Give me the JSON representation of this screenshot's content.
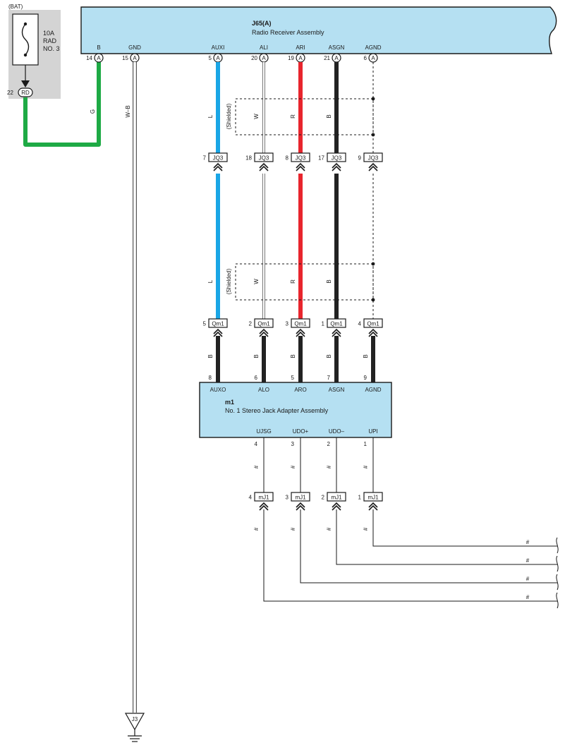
{
  "colors": {
    "box_fill": "#b5e0f2",
    "fuse_fill": "#d4d4d4",
    "wire_green": "#1eaa45",
    "wire_blue": "#1aa6e6",
    "wire_red": "#e8252d",
    "wire_black": "#222222",
    "wire_white": "#ffffff",
    "wire_gray": "#555555"
  },
  "fuse": {
    "source": "(BAT)",
    "rating": "10A",
    "name_line1": "RAD",
    "name_line2": "NO. 3",
    "out_pin": "22",
    "out_connector": "RD"
  },
  "radio": {
    "id": "J65(A)",
    "name": "Radio Receiver Assembly",
    "pins": [
      {
        "label": "B",
        "num": "14",
        "conn": "A"
      },
      {
        "label": "GND",
        "num": "15",
        "conn": "A"
      },
      {
        "label": "AUXI",
        "num": "5",
        "conn": "A"
      },
      {
        "label": "ALI",
        "num": "20",
        "conn": "A"
      },
      {
        "label": "ARI",
        "num": "19",
        "conn": "A"
      },
      {
        "label": "ASGN",
        "num": "21",
        "conn": "A"
      },
      {
        "label": "AGND",
        "num": "6",
        "conn": "A"
      }
    ]
  },
  "wire_colors": {
    "power": "G",
    "ground": "W–B",
    "upper": [
      "L",
      "W",
      "R",
      "B"
    ],
    "lower": [
      "L",
      "W",
      "R",
      "B"
    ],
    "adapter": [
      "B",
      "B",
      "B",
      "B",
      "B"
    ],
    "signal": [
      "#",
      "#",
      "#",
      "#"
    ]
  },
  "shield_label": "(Shielded)",
  "jq3": {
    "code": "JQ3",
    "pins": [
      "7",
      "18",
      "8",
      "17",
      "9"
    ]
  },
  "qm1": {
    "code": "Qm1",
    "pins": [
      "5",
      "2",
      "3",
      "1",
      "4"
    ]
  },
  "adapter": {
    "id": "m1",
    "name": "No.  1 Stereo Jack Adapter Assembly",
    "top_pins": [
      {
        "label": "AUXO",
        "num": "8"
      },
      {
        "label": "ALO",
        "num": "6"
      },
      {
        "label": "ARO",
        "num": "5"
      },
      {
        "label": "ASGN",
        "num": "7"
      },
      {
        "label": "AGND",
        "num": "9"
      }
    ],
    "bottom_pins": [
      {
        "label": "UJSG",
        "num": "4"
      },
      {
        "label": "UDO+",
        "num": "3"
      },
      {
        "label": "UDO–",
        "num": "2"
      },
      {
        "label": "UPI",
        "num": "1"
      }
    ]
  },
  "mj1": {
    "code": "mJ1",
    "pins": [
      "4",
      "3",
      "2",
      "1"
    ]
  },
  "ground": {
    "point": "J3"
  }
}
